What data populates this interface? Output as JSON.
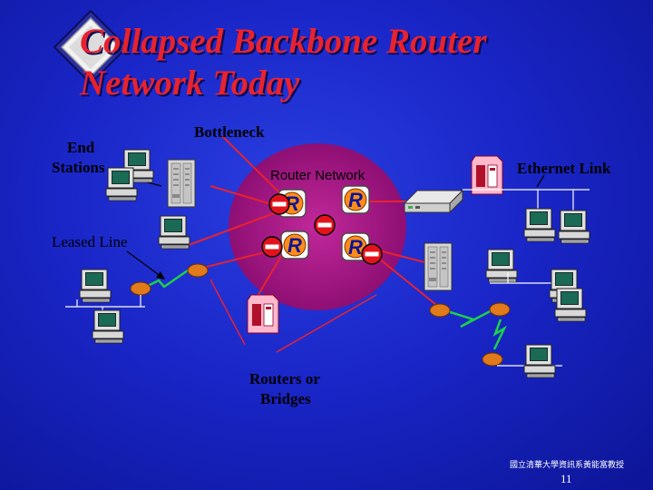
{
  "slide": {
    "title_line1": "Collapsed Backbone Router",
    "title_line2": "Network Today",
    "page_number": "11",
    "footer_credit": "國立清華大學資訊系黃能富教授"
  },
  "labels": {
    "end_stations_1": "End",
    "end_stations_2": "Stations",
    "bottleneck": "Bottleneck",
    "router_network": "Router Network",
    "ethernet_link": "Ethernet Link",
    "leased_line": "Leased Line",
    "routers_or_bridges_1": "Routers or",
    "routers_or_bridges_2": "Bridges"
  },
  "router_glyph": "R",
  "colors": {
    "title": "#e8222e",
    "cloud": "#b0138a",
    "link_line": "#e8222e",
    "router_circle": "#ff8c1a",
    "blocked_sign": "#e3131e",
    "lan_bus": "#ffffff"
  }
}
